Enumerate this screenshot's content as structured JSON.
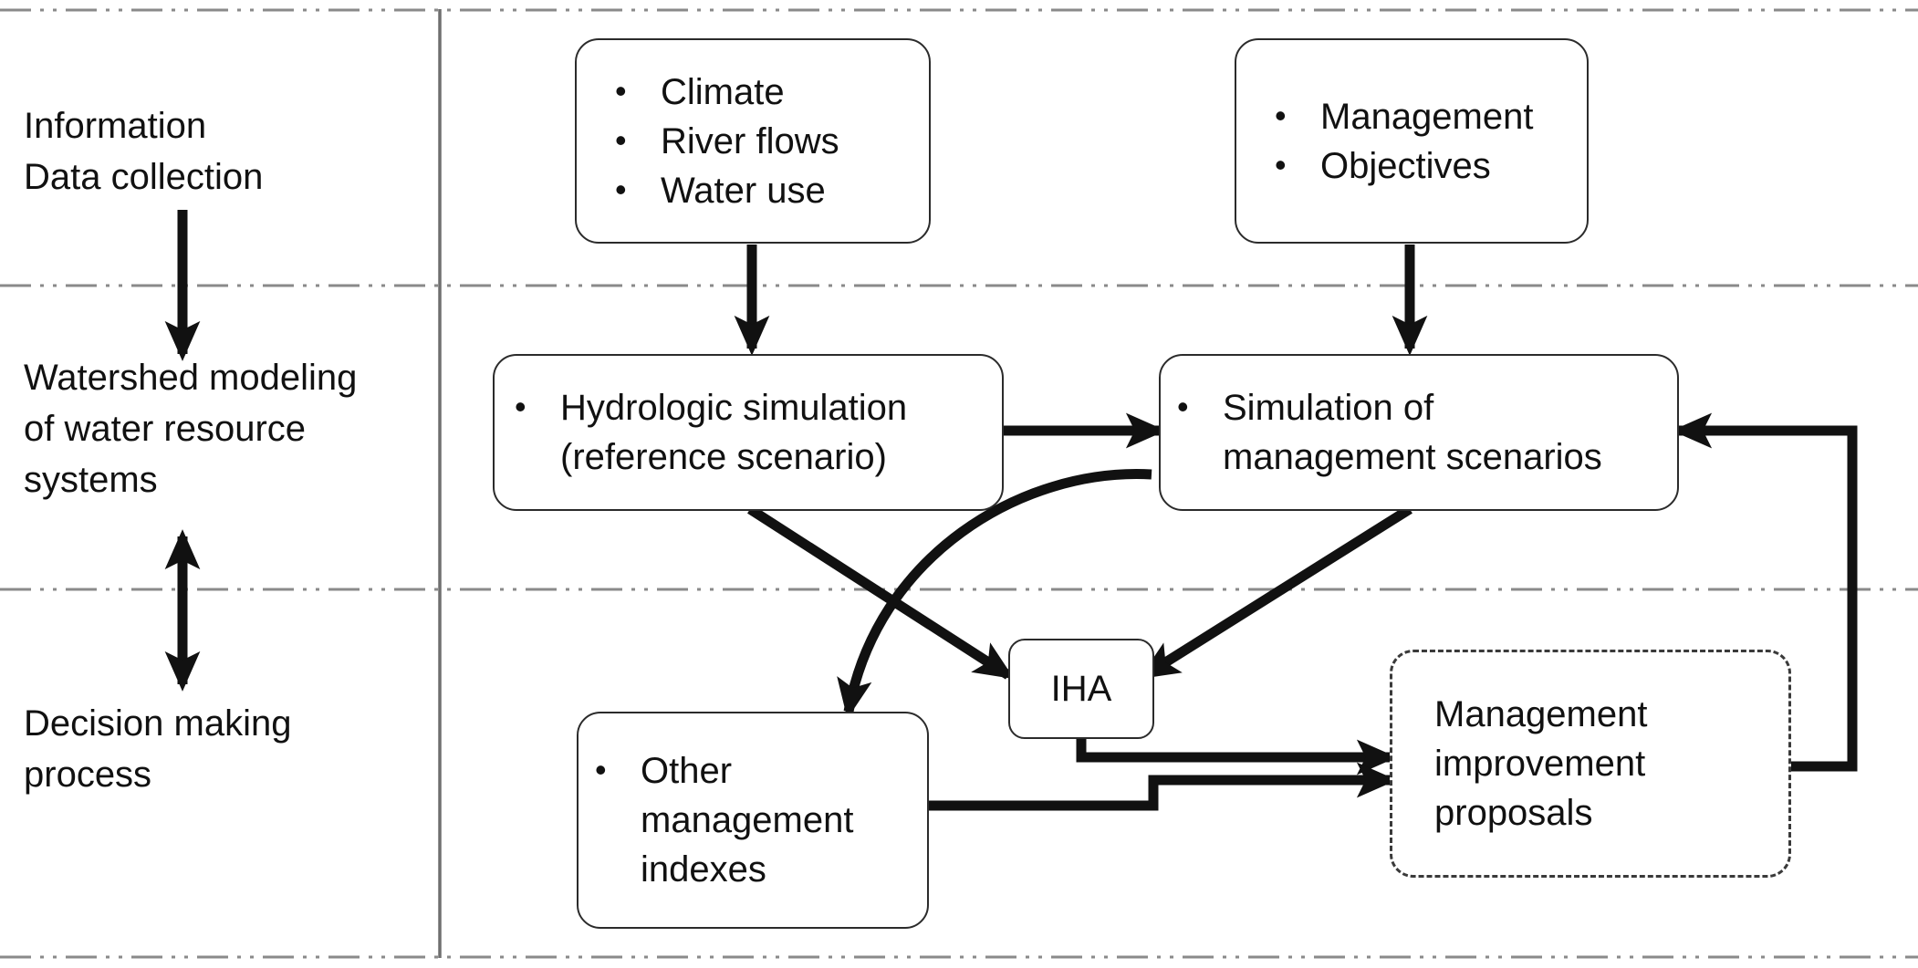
{
  "diagram": {
    "title": "Water resource management methodology flowchart",
    "stroke_color": "#111111",
    "node_border_color": "#2b2b2b",
    "separator_color": "#808080",
    "background": "#ffffff"
  },
  "stages": [
    {
      "id": "information",
      "label": "Information\nData collection"
    },
    {
      "id": "watershed",
      "label": "Watershed modeling\nof water resource\nsystems"
    },
    {
      "id": "decision",
      "label": "Decision making\nprocess"
    }
  ],
  "nodes": {
    "inputs_physical": {
      "name": "climate-river-water-box",
      "style": "solid",
      "bullets": [
        "Climate",
        "River flows",
        "Water use"
      ]
    },
    "inputs_management": {
      "name": "management-objectives-box",
      "style": "solid",
      "bullets": [
        "Management",
        "Objectives"
      ]
    },
    "hydrologic_simulation": {
      "name": "hydrologic-simulation-box",
      "style": "solid",
      "bullets": [
        "Hydrologic simulation"
      ],
      "bullet_continuation": "(reference scenario)"
    },
    "management_simulation": {
      "name": "management-simulation-box",
      "style": "solid",
      "bullets": [
        "Simulation of"
      ],
      "bullet_continuation": "management scenarios"
    },
    "iha": {
      "name": "iha-box",
      "style": "solid",
      "label": "IHA"
    },
    "other_indexes": {
      "name": "other-management-indexes-box",
      "style": "solid",
      "bullets": [
        "Other"
      ],
      "bullet_continuation": "management\nindexes"
    },
    "proposals": {
      "name": "management-improvement-proposals-box",
      "style": "dashed",
      "label": "Management\nimprovement\nproposals"
    }
  },
  "connectors": [
    {
      "id": "c1",
      "from": "inputs_physical",
      "to": "hydrologic_simulation",
      "kind": "straight-down-arrow"
    },
    {
      "id": "c2",
      "from": "inputs_management",
      "to": "management_simulation",
      "kind": "straight-down-arrow"
    },
    {
      "id": "c3",
      "from": "hydrologic_simulation",
      "to": "management_simulation",
      "kind": "horizontal-arrow"
    },
    {
      "id": "c4",
      "from": "hydrologic_simulation",
      "to": "iha",
      "kind": "diagonal-arrow"
    },
    {
      "id": "c5",
      "from": "management_simulation",
      "to": "iha",
      "kind": "diagonal-arrow"
    },
    {
      "id": "c6",
      "from": "management_simulation",
      "to": "other_indexes",
      "kind": "curved-arrow"
    },
    {
      "id": "c7",
      "from": "iha",
      "to": "proposals",
      "kind": "elbow-arrow"
    },
    {
      "id": "c8",
      "from": "other_indexes",
      "to": "proposals",
      "kind": "elbow-arrow"
    },
    {
      "id": "c9",
      "from": "proposals",
      "to": "management_simulation",
      "kind": "feedback-loop-arrow"
    },
    {
      "id": "c10",
      "from": "information",
      "to": "watershed",
      "kind": "stage-down-arrow"
    },
    {
      "id": "c11",
      "from": "watershed",
      "to": "decision",
      "kind": "stage-double-arrow"
    }
  ]
}
